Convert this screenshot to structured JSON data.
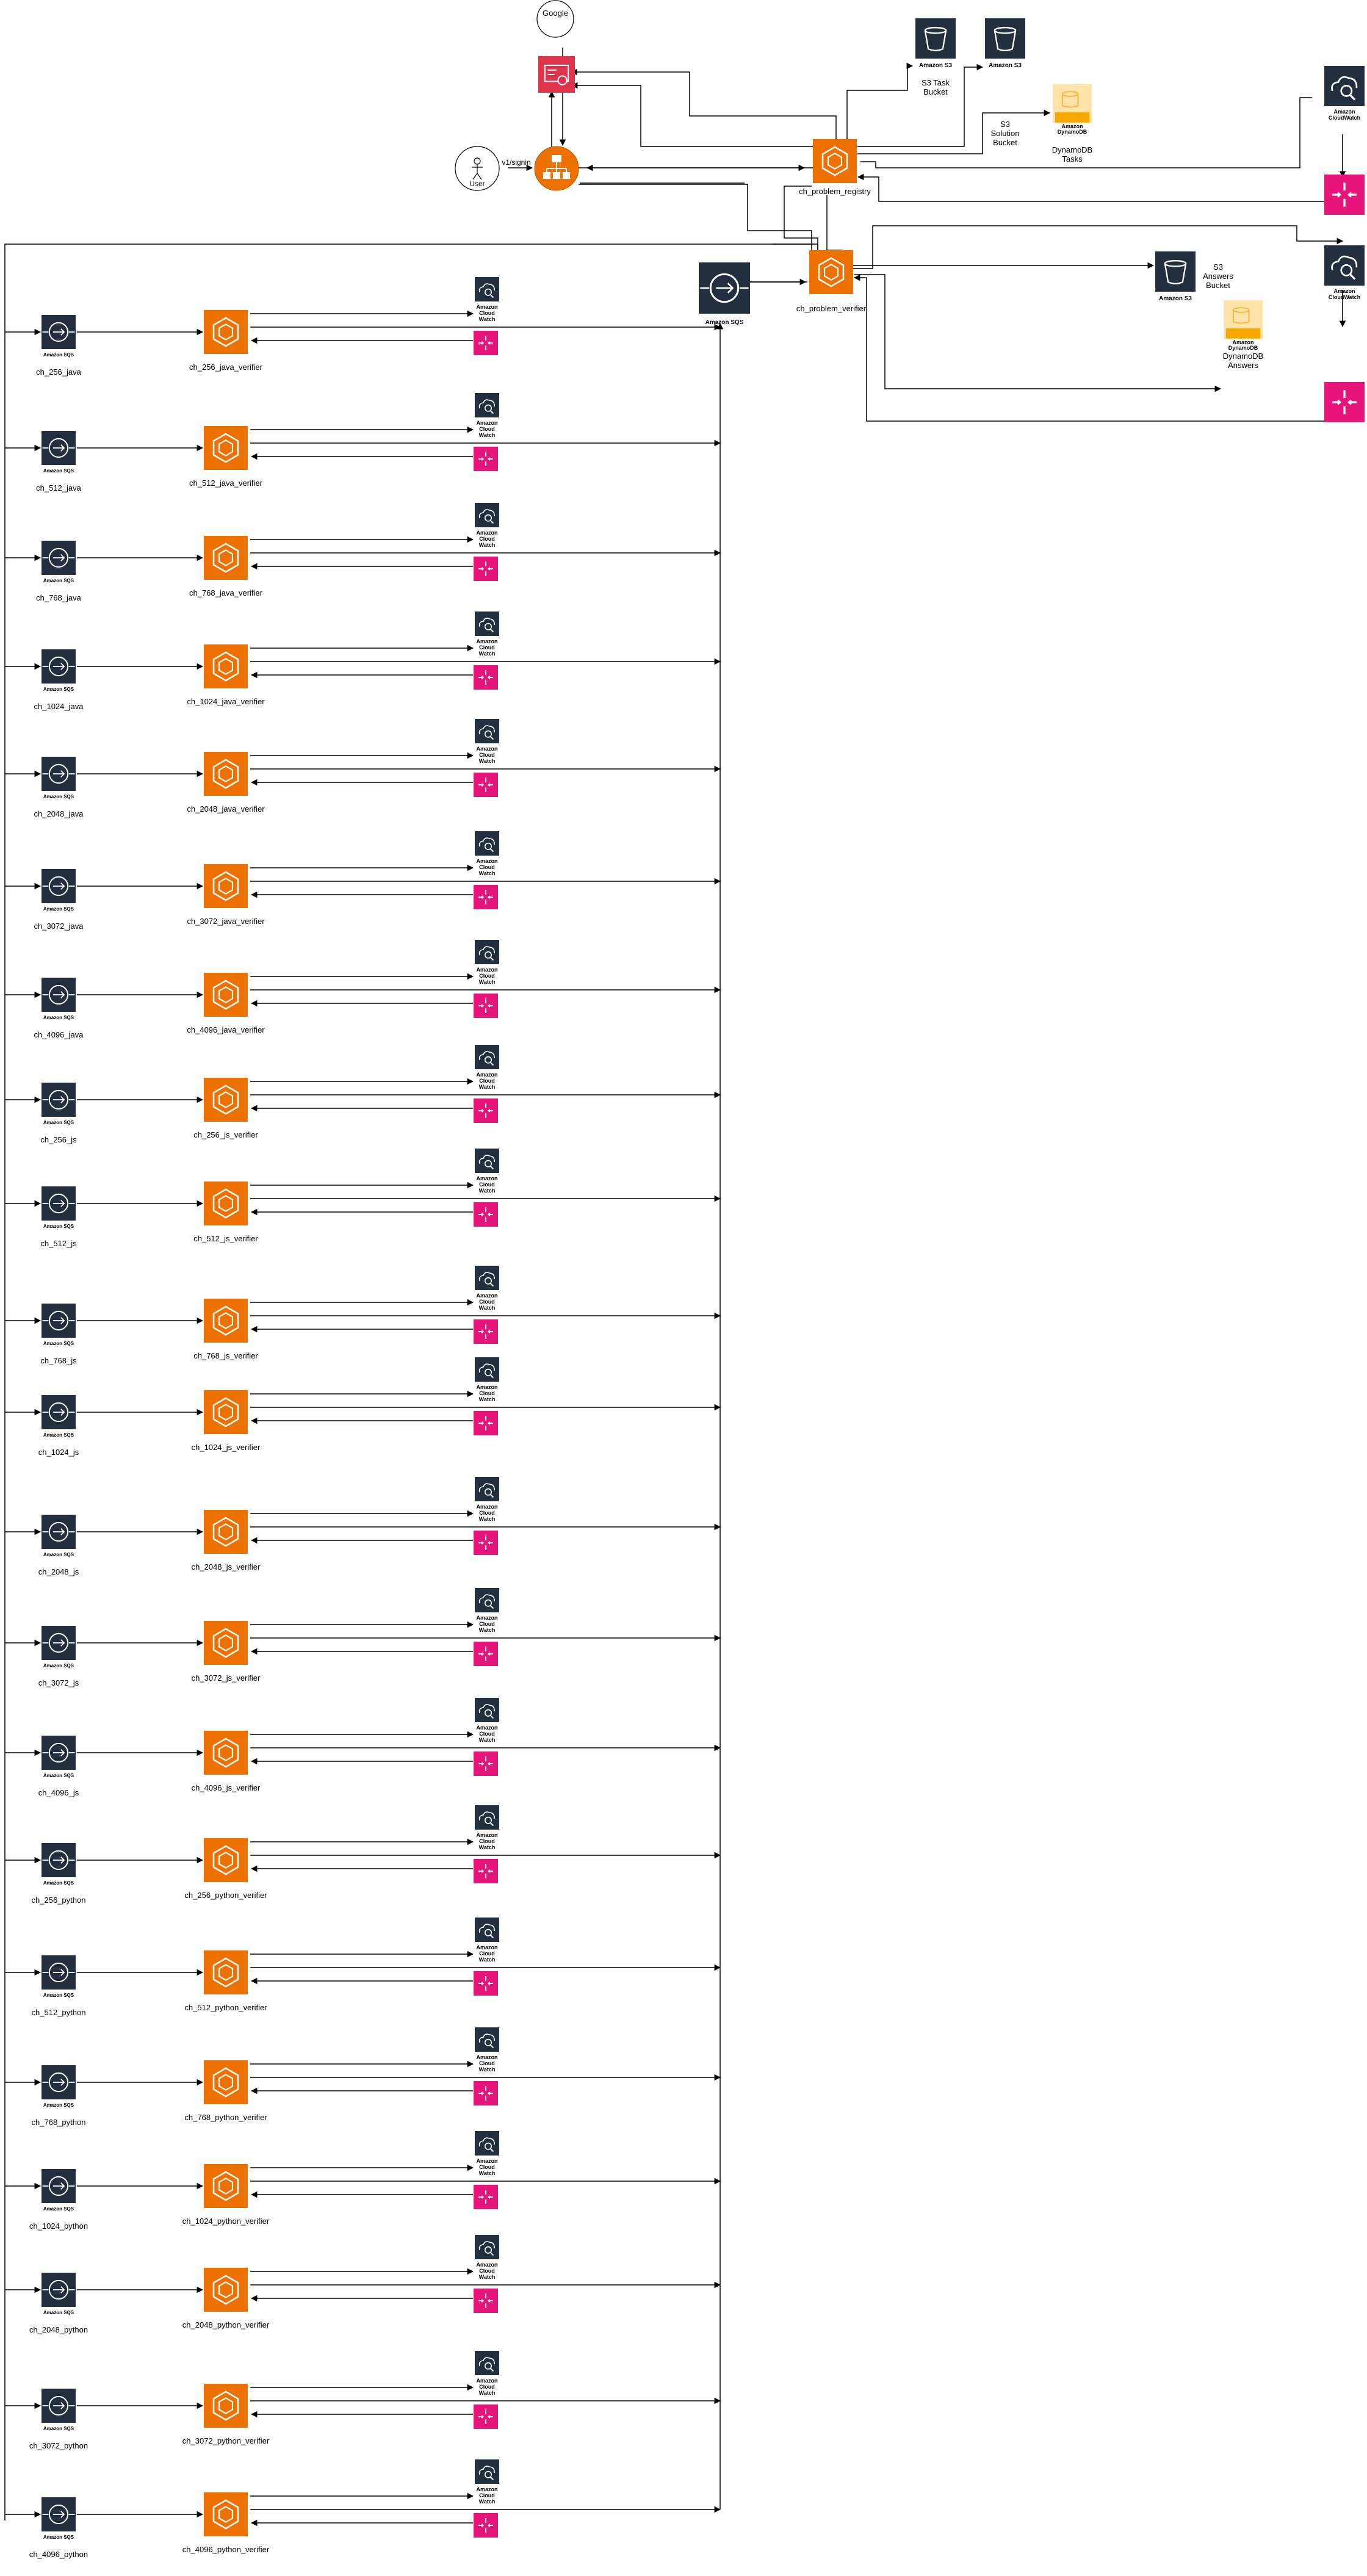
{
  "header": {
    "google": "Google",
    "user": "User",
    "signin_label": "v1/signin",
    "s3_label": "Amazon S3",
    "s3_task_bucket": [
      "S3 Task",
      "Bucket"
    ],
    "s3_solution_bucket": [
      "S3",
      "Solution",
      "Bucket"
    ],
    "dynamodb_label": "Amazon DynamoDB",
    "dynamodb_tasks": [
      "DynamoDB",
      "Tasks"
    ],
    "problem_registry": "ch_problem_registry",
    "problem_verifier": "ch_problem_verifier",
    "sqs_label": "Amazon SQS",
    "cloudwatch_label": [
      "Amazon",
      "CloudWatch"
    ],
    "s3_answers_bucket": [
      "S3",
      "Answers",
      "Bucket"
    ],
    "dynamodb_answers": [
      "DynamoDB",
      "Answers"
    ]
  },
  "rows": {
    "sqs_label": "Amazon SQS",
    "cloudwatch_label": [
      "Amazon",
      "Cloud",
      "Watch"
    ],
    "items": [
      {
        "queue": "ch_256_java",
        "verifier": "ch_256_java_verifier"
      },
      {
        "queue": "ch_512_java",
        "verifier": "ch_512_java_verifier"
      },
      {
        "queue": "ch_768_java",
        "verifier": "ch_768_java_verifier"
      },
      {
        "queue": "ch_1024_java",
        "verifier": "ch_1024_java_verifier"
      },
      {
        "queue": "ch_2048_java",
        "verifier": "ch_2048_java_verifier"
      },
      {
        "queue": "ch_3072_java",
        "verifier": "ch_3072_java_verifier"
      },
      {
        "queue": "ch_4096_java",
        "verifier": "ch_4096_java_verifier"
      },
      {
        "queue": "ch_256_js",
        "verifier": "ch_256_js_verifier"
      },
      {
        "queue": "ch_512_js",
        "verifier": "ch_512_js_verifier"
      },
      {
        "queue": "ch_768_js",
        "verifier": "ch_768_js_verifier"
      },
      {
        "queue": "ch_1024_js",
        "verifier": "ch_1024_js_verifier"
      },
      {
        "queue": "ch_2048_js",
        "verifier": "ch_2048_js_verifier"
      },
      {
        "queue": "ch_3072_js",
        "verifier": "ch_3072_js_verifier"
      },
      {
        "queue": "ch_4096_js",
        "verifier": "ch_4096_js_verifier"
      },
      {
        "queue": "ch_256_python",
        "verifier": "ch_256_python_verifier"
      },
      {
        "queue": "ch_512_python",
        "verifier": "ch_512_python_verifier"
      },
      {
        "queue": "ch_768_python",
        "verifier": "ch_768_python_verifier"
      },
      {
        "queue": "ch_1024_python",
        "verifier": "ch_1024_python_verifier"
      },
      {
        "queue": "ch_2048_python",
        "verifier": "ch_2048_python_verifier"
      },
      {
        "queue": "ch_3072_python",
        "verifier": "ch_3072_python_verifier"
      },
      {
        "queue": "ch_4096_python",
        "verifier": "ch_4096_python_verifier"
      }
    ]
  },
  "colors": {
    "orange": "#ED7100",
    "pink": "#E7157B",
    "dark": "#232F3E",
    "red": "#DD344C",
    "dynamo_bg": "#FFE3A8",
    "dynamo_label_bg": "#F8A900"
  },
  "icons": {
    "sqs": "sqs-icon",
    "ecs": "ecs-icon",
    "cloudwatch": "cloudwatch-icon",
    "eventbridge": "eventbridge-icon",
    "s3": "s3-bucket-icon",
    "dynamodb": "dynamodb-icon",
    "cognito": "cognito-icon",
    "load_balancer": "load-balancer-icon",
    "user": "user-icon"
  }
}
